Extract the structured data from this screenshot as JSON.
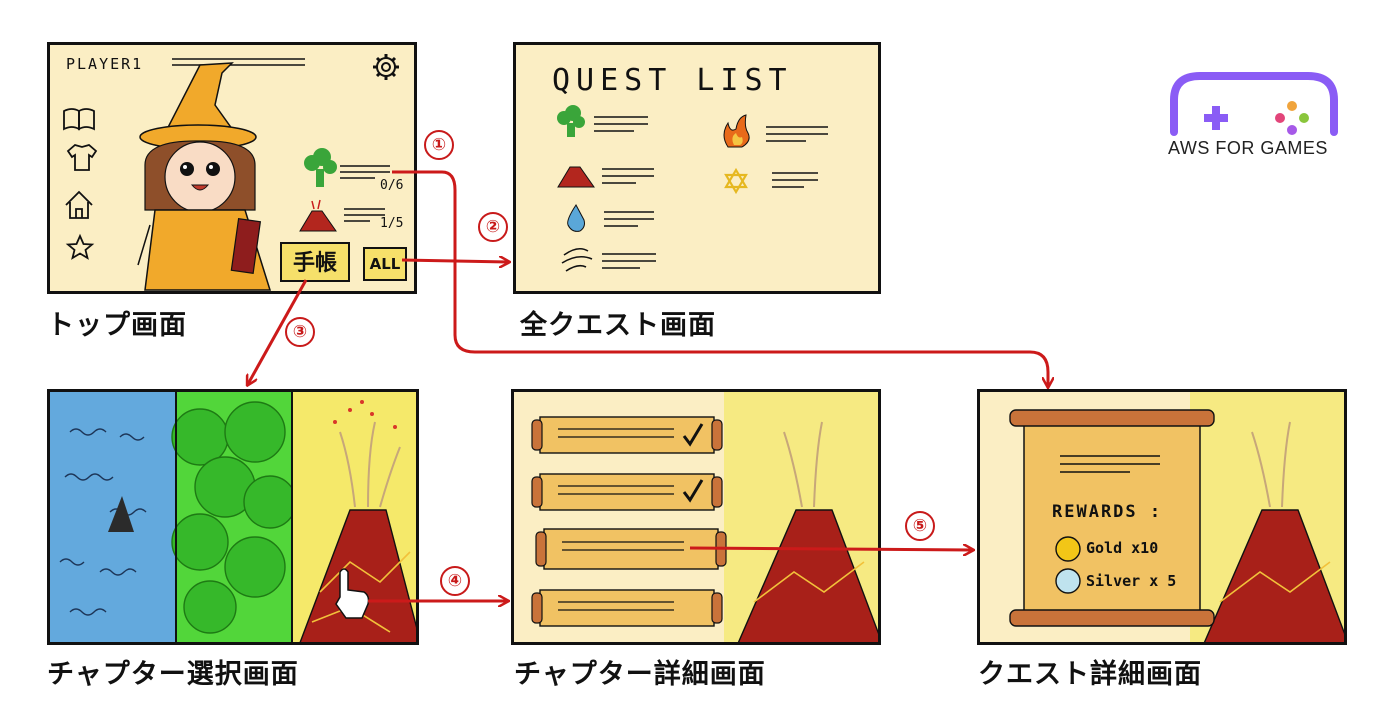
{
  "screens": {
    "top": {
      "caption": "トップ画面",
      "player_label": "PLAYER1",
      "counter_1": "0/6",
      "counter_2": "1/5",
      "notebook_button": "手帳",
      "all_button": "ALL"
    },
    "quest_list": {
      "caption": "全クエスト画面",
      "title": "QUEST LIST"
    },
    "chapter_select": {
      "caption": "チャプター選択画面"
    },
    "chapter_detail": {
      "caption": "チャプター詳細画面"
    },
    "quest_detail": {
      "caption": "クエスト詳細画面",
      "rewards_label": "REWARDS :",
      "reward_1": "Gold x10",
      "reward_2": "Silver x 5"
    }
  },
  "steps": [
    "①",
    "②",
    "③",
    "④",
    "⑤"
  ],
  "logo": {
    "text": "AWS FOR GAMES",
    "color": "#8a5cf5"
  },
  "colors": {
    "arrow": "#cc1a1a",
    "panel_bg": "#fbeec4",
    "button_bg": "#f6e06a"
  },
  "icons": [
    "gear-icon",
    "book-icon",
    "shirt-icon",
    "home-icon",
    "star-icon",
    "tree-icon",
    "volcano-icon",
    "fire-icon",
    "water-drop-icon",
    "wind-icon",
    "hexagram-icon",
    "check-icon",
    "pointer-hand-icon",
    "coin-icon"
  ]
}
